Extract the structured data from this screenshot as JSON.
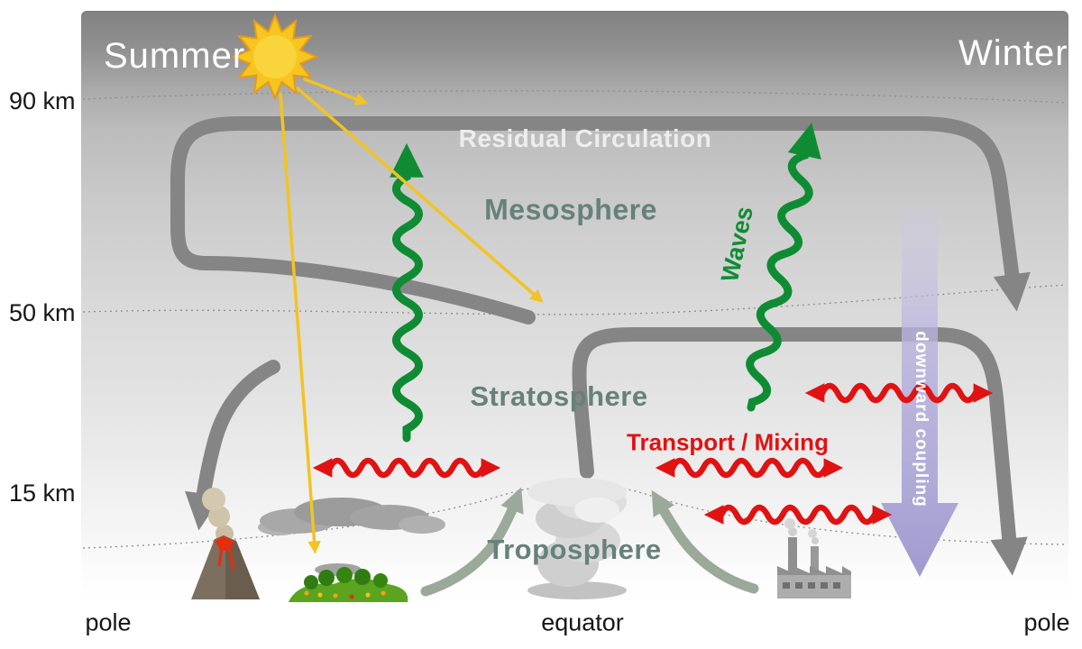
{
  "seasons": {
    "summer": "Summer",
    "winter": "Winter"
  },
  "altitude_labels": {
    "high": "90 km",
    "mid": "50 km",
    "low": "15 km"
  },
  "x_axis": {
    "left_pole": "pole",
    "equator": "equator",
    "right_pole": "pole"
  },
  "layers": {
    "mesosphere": "Mesosphere",
    "stratosphere": "Stratosphere",
    "troposphere": "Troposphere"
  },
  "annotations": {
    "residual_circulation": "Residual Circulation",
    "waves": "Waves",
    "transport_mixing": "Transport / Mixing",
    "downward_coupling": "downward coupling"
  },
  "icons": {
    "sun": "sun-icon",
    "volcano": "volcano-icon",
    "stratus_cloud": "cloud-icon",
    "vegetation": "forest-icon",
    "convection_cloud": "convection-cloud-icon",
    "factory": "factory-icon"
  },
  "colors": {
    "wave_arrow_green": "#0f8c33",
    "transport_arrow_red": "#e01212",
    "coupling_arrow_purple": "#a8a1d2",
    "circulation_arrow_gray": "#858585",
    "surface_flow_sage": "#9aa999",
    "sun_yellow": "#f6c51f",
    "layer_label_color": "#66817a"
  }
}
